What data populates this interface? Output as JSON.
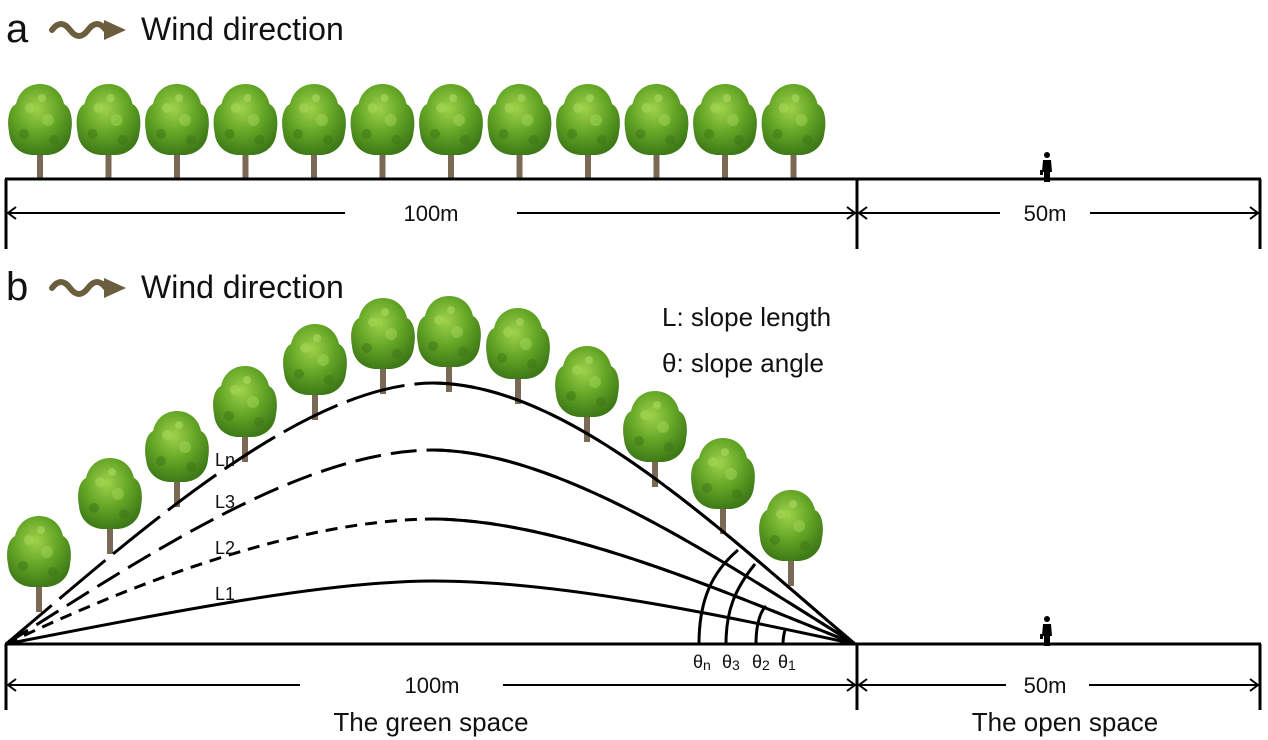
{
  "panel_a": {
    "label": "a",
    "wind_label": "Wind direction",
    "tree_count": 12,
    "green_width": "100m",
    "open_width": "50m"
  },
  "panel_b": {
    "label": "b",
    "wind_label": "Wind direction",
    "legend": {
      "slope_length": "L: slope length",
      "slope_angle": "θ: slope angle"
    },
    "slopes": [
      {
        "name": "L1",
        "style": "solid"
      },
      {
        "name": "L2",
        "style": "short-dash"
      },
      {
        "name": "L3",
        "style": "long-dash"
      },
      {
        "name": "Ln",
        "style": "long-dash"
      }
    ],
    "angles": [
      {
        "main": "θ",
        "sub": "n"
      },
      {
        "main": "θ",
        "sub": "3"
      },
      {
        "main": "θ",
        "sub": "2"
      },
      {
        "main": "θ",
        "sub": "1"
      }
    ],
    "green_width": "100m",
    "open_width": "50m",
    "green_label": "The green space",
    "open_label": "The open space"
  },
  "colors": {
    "wind_arrow": "#6b5e3e",
    "tree_foliage": "#5a9a22",
    "tree_highlight": "#8cc63f",
    "tree_trunk": "#7a6a55",
    "line": "#000000"
  }
}
